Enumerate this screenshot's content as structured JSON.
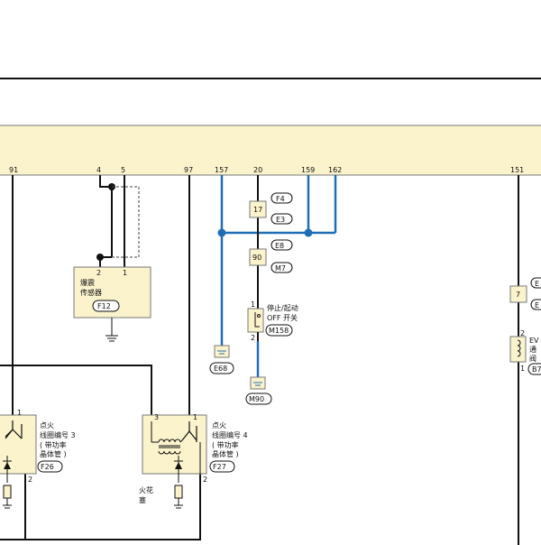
{
  "ecm_pins": [
    "91",
    "4",
    "5",
    "97",
    "157",
    "20",
    "159",
    "162",
    "151"
  ],
  "knock_sensor": {
    "pin_left": "2",
    "pin_right": "1",
    "name_line1": "爆震",
    "name_line2": "传感器",
    "connector": "F12"
  },
  "joint_17": {
    "box": "17",
    "connector_top": "F4",
    "connector_bottom": "E3"
  },
  "joint_90": {
    "box": "90",
    "connector_top": "E8",
    "connector_bottom": "M7"
  },
  "ignition_switch": {
    "pin_top": "1",
    "pin_bottom": "2",
    "label_line1": "停止/起动",
    "label_line2": "OFF 开关",
    "connector": "M158"
  },
  "ground_e68": "E68",
  "ground_m90": "M90",
  "coil3": {
    "pin_top": "1",
    "pin_bottom": "2",
    "label_line1": "点火",
    "label_line2": "线圈编号 3",
    "label_line3": "( 带功率",
    "label_line4": "晶体管 )",
    "connector": "F26"
  },
  "coil4": {
    "pin_left": "3",
    "pin_top": "1",
    "pin_bottom": "2",
    "label_line1": "点火",
    "label_line2": "线圈编号 4",
    "label_line3": "( 带功率",
    "label_line4": "晶体管 )",
    "connector": "F27"
  },
  "spark_plug_label": {
    "line1": "火花",
    "line2": "塞"
  },
  "evap_valve": {
    "box": "7",
    "connector_top": "E",
    "connector_bottom": "E",
    "pin_top": "2",
    "pin_bottom": "1",
    "label_line1": "EV",
    "label_line2": "通",
    "label_line3": "阀",
    "connector": "B7"
  },
  "colors": {
    "ecm_fill": "#fbf3cc",
    "component_fill": "#fbf3cc",
    "wire_black": "#111111",
    "wire_blue": "#1f6eb5"
  }
}
